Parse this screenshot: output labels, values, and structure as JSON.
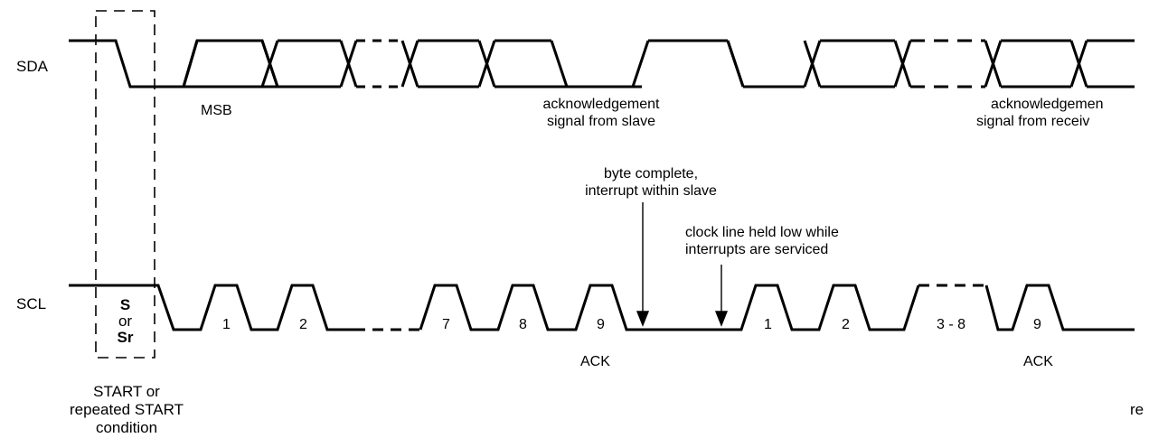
{
  "signals": {
    "sda": "SDA",
    "scl": "SCL"
  },
  "sda_labels": {
    "msb": "MSB",
    "ack_slave": [
      "acknowledgement",
      "signal from slave"
    ],
    "ack_receiver": [
      "acknowledgemen",
      "signal from receiv"
    ]
  },
  "notes": {
    "byte_complete": [
      "byte complete,",
      "interrupt within slave"
    ],
    "clock_held": [
      "clock line held low while",
      "interrupts are serviced"
    ]
  },
  "start_box": {
    "s": "S",
    "or": "or",
    "sr": "Sr"
  },
  "start_caption": [
    "START or",
    "repeated START",
    "condition"
  ],
  "edge_fragment": "re",
  "pulse_labels": [
    "1",
    "2",
    "7",
    "8",
    "9",
    "1",
    "2",
    "3 - 8",
    "9"
  ],
  "ack_labels": [
    "ACK",
    "ACK"
  ]
}
